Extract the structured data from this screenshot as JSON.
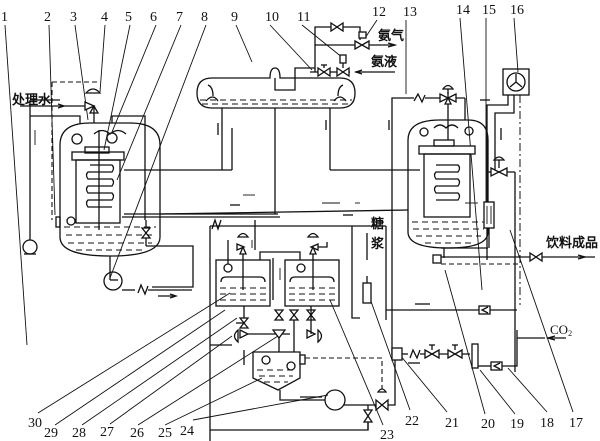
{
  "title": "Beverage carbonation process flow diagram",
  "labels": {
    "treated_water": "处理水",
    "ammonia_gas": "氨气",
    "ammonia_liquid": "氨液",
    "syrup_1": "糖",
    "syrup_2": "浆",
    "finished_beverage": "饮料成品",
    "co2": "CO",
    "co2_sub": "2"
  },
  "callouts": [
    "1",
    "2",
    "3",
    "4",
    "5",
    "6",
    "7",
    "8",
    "9",
    "10",
    "11",
    "12",
    "13",
    "14",
    "15",
    "16",
    "17",
    "18",
    "19",
    "20",
    "21",
    "22",
    "23",
    "24",
    "25",
    "26",
    "27",
    "28",
    "29",
    "30"
  ]
}
